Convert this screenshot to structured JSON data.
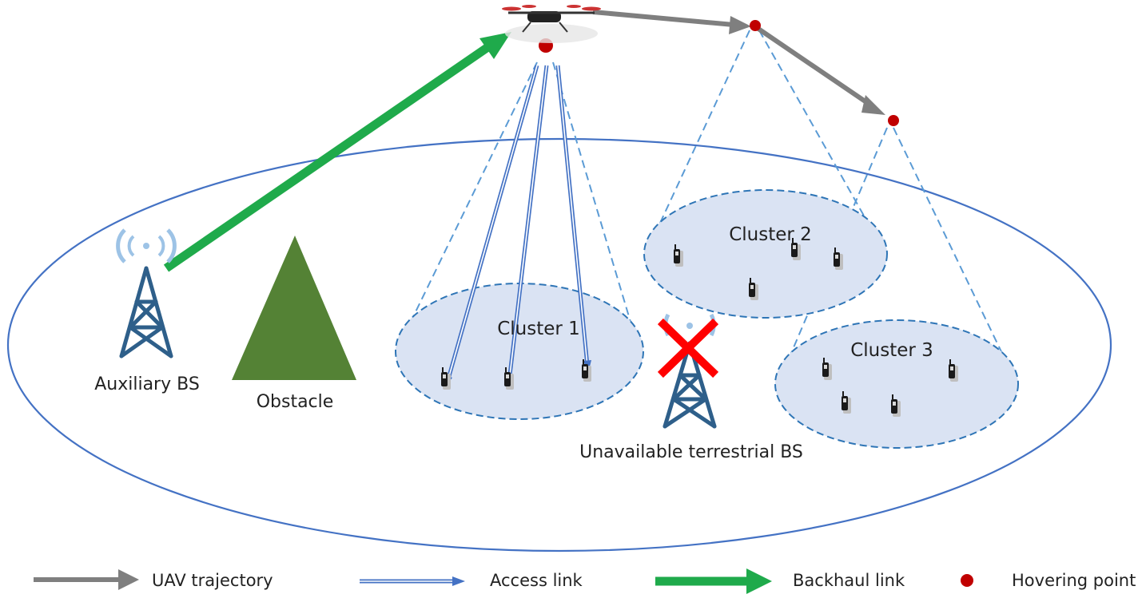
{
  "labels": {
    "auxiliary_bs": "Auxiliary BS",
    "obstacle": "Obstacle",
    "cluster1": "Cluster 1",
    "cluster2": "Cluster 2",
    "cluster3": "Cluster 3",
    "unavailable_bs": "Unavailable terrestrial BS"
  },
  "legend": {
    "uav_trajectory": "UAV trajectory",
    "access_link": "Access link",
    "backhaul_link": "Backhaul link",
    "hovering_point": "Hovering point"
  },
  "colors": {
    "coverage_outline": "#4472c4",
    "cluster_fill": "#dae3f3",
    "cluster_border": "#2e75b6",
    "beam_dashed": "#5b9bd5",
    "access_link": "#4472c4",
    "backhaul_link": "#1faa4b",
    "uav_trajectory": "#7f7f7f",
    "hovering_point": "#c00000",
    "tower": "#2e5f8a",
    "obstacle": "#548235",
    "unavailable_x": "#ff0000"
  },
  "icons": {
    "uav": "drone-icon",
    "tower": "cell-tower-icon",
    "user": "mobile-phone-icon",
    "unavailable": "red-x-icon"
  }
}
